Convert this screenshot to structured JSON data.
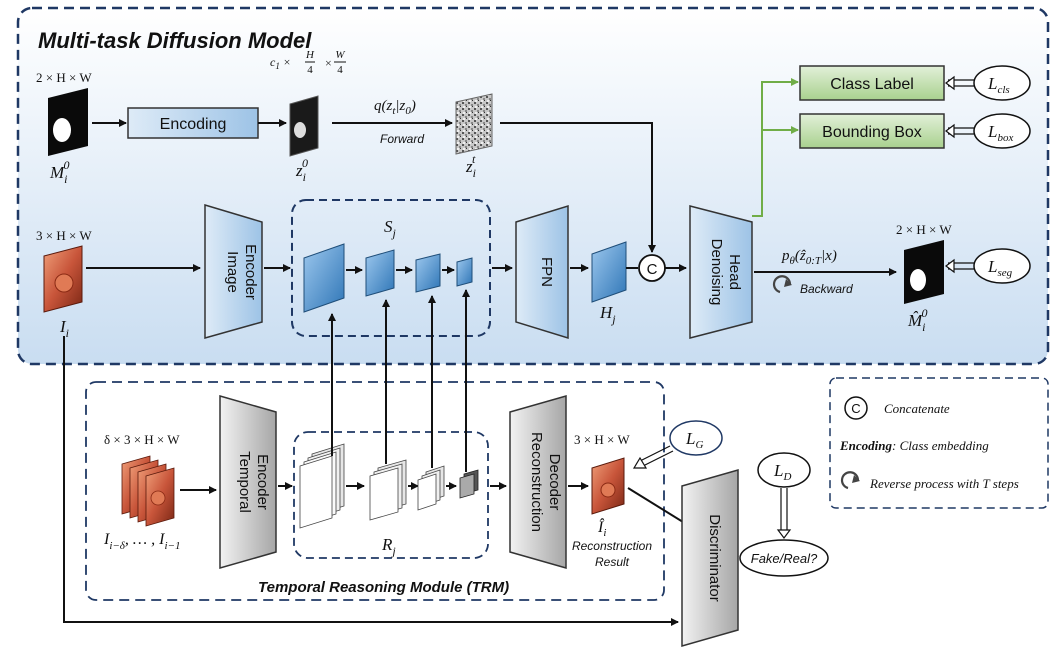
{
  "title": "Multi-task Diffusion Model",
  "trm_title": "Temporal Reasoning Module (TRM)",
  "blocks": {
    "encoding": "Encoding",
    "image_encoder": [
      "Image",
      "Encoder"
    ],
    "fpn": "FPN",
    "denoising_head": [
      "Denoising",
      "Head"
    ],
    "class_label": "Class Label",
    "bounding_box": "Bounding Box",
    "temporal_encoder": [
      "Temporal",
      "Encoder"
    ],
    "reconstruction_decoder": [
      "Reconstruction",
      "Decoder"
    ],
    "discriminator": "Discriminator",
    "fake_real": "Fake/Real?"
  },
  "labels": {
    "mask_dim": "2 × H × W",
    "mask_name": "M",
    "mask_sub": "i",
    "mask_sup": "0",
    "latent_dim_c": "c",
    "latent_dim_sub": "1",
    "latent_dim_h": "H",
    "latent_dim_4a": "4",
    "latent_dim_w": "W",
    "latent_dim_4b": "4",
    "latent_times": "×",
    "z0_name": "z",
    "z0_sub": "i",
    "z0_sup": "0",
    "q_formula": "q(z",
    "q_sub_t": "t",
    "q_mid": "|z",
    "q_sub_0": "0",
    "q_end": ")",
    "forward": "Forward",
    "zt_name": "z",
    "zt_sub": "i",
    "zt_sup": "t",
    "image_dim": "3 × H × W",
    "image_name": "I",
    "image_sub": "i",
    "S_name": "S",
    "S_sub": "j",
    "H_name": "H",
    "H_sub": "j",
    "concat_symbol": "C",
    "p_formula": "p",
    "p_sub": "θ",
    "p_rest": "(ẑ",
    "p_rest_sub": "0:T",
    "p_end": "|x)",
    "backward": "Backward",
    "out_dim": "2 × H × W",
    "out_name": "M̂",
    "out_sub": "i",
    "out_sup": "0",
    "loss_cls": "L",
    "loss_cls_sub": "cls",
    "loss_box": "L",
    "loss_box_sub": "box",
    "loss_seg": "L",
    "loss_seg_sub": "seg",
    "loss_G": "L",
    "loss_G_sub": "G",
    "loss_D": "L",
    "loss_D_sub": "D",
    "seq_dim": "δ × 3 × H × W",
    "seq_name": "I",
    "seq_sub1": "i−δ",
    "seq_mid": ", … , I",
    "seq_sub2": "i−1",
    "R_name": "R",
    "R_sub": "j",
    "recon_dim": "3 × H × W",
    "recon_name": "Î",
    "recon_sub": "i",
    "recon_result_1": "Reconstruction",
    "recon_result_2": "Result"
  },
  "legend": {
    "concat_symbol": "C",
    "concat_text": "Concatenate",
    "encoding_bold": "Encoding",
    "encoding_text": ": Class embedding",
    "reverse_text": "Reverse process with T steps"
  },
  "colors": {
    "frame_border": "#1f3864",
    "blue_fill": "#9dc3e6",
    "blue_block": "#bdd7ee",
    "green_fill": "#c5e0b3",
    "green_line": "#70ad47",
    "gray_block": "#c8c8c8"
  }
}
